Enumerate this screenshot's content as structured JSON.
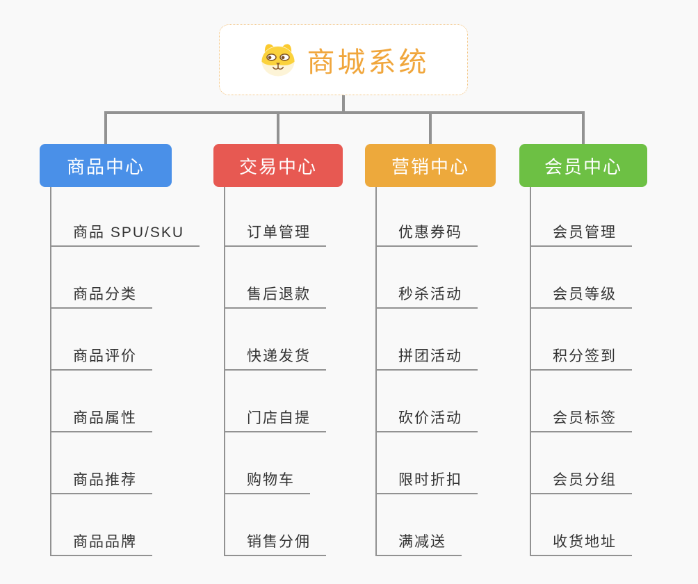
{
  "canvas": {
    "background": "#f9f9f9",
    "line_color": "#929292",
    "item_text_color": "#333333"
  },
  "root": {
    "title": "商城系统",
    "icon": "dog-face-icon",
    "text_color": "#f0a63c",
    "border_color": "#f2c27d",
    "background": "#ffffff"
  },
  "branches": [
    {
      "label": "商品中心",
      "color": "#4a90e8",
      "items": [
        "商品 SPU/SKU",
        "商品分类",
        "商品评价",
        "商品属性",
        "商品推荐",
        "商品品牌"
      ]
    },
    {
      "label": "交易中心",
      "color": "#e75952",
      "items": [
        "订单管理",
        "售后退款",
        "快递发货",
        "门店自提",
        "购物车",
        "销售分佣"
      ]
    },
    {
      "label": "营销中心",
      "color": "#eda93c",
      "items": [
        "优惠券码",
        "秒杀活动",
        "拼团活动",
        "砍价活动",
        "限时折扣",
        "满减送"
      ]
    },
    {
      "label": "会员中心",
      "color": "#6dc044",
      "items": [
        "会员管理",
        "会员等级",
        "积分签到",
        "会员标签",
        "会员分组",
        "收货地址"
      ]
    }
  ]
}
